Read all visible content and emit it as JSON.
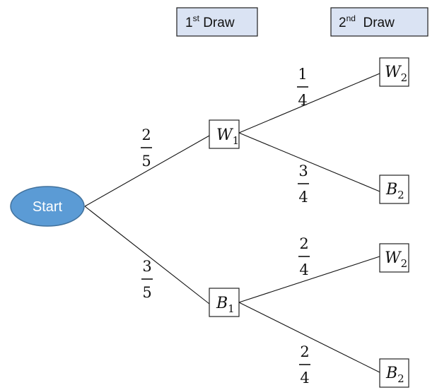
{
  "headers": {
    "first": {
      "base": "1",
      "sup": "st",
      "rest": " Draw"
    },
    "second": {
      "base": "2",
      "sup": "nd",
      "rest": "  Draw"
    }
  },
  "start_label": "Start",
  "colors": {
    "start_fill": "#5b9bd5",
    "header_fill": "#dae3f3"
  },
  "nodes": {
    "w1": {
      "letter": "W",
      "sub": "1"
    },
    "b1": {
      "letter": "B",
      "sub": "1"
    },
    "w2_top": {
      "letter": "W",
      "sub": "2"
    },
    "b2_top": {
      "letter": "B",
      "sub": "2"
    },
    "w2_bottom": {
      "letter": "W",
      "sub": "2"
    },
    "b2_bottom": {
      "letter": "B",
      "sub": "2"
    }
  },
  "probabilities": {
    "start_w1": {
      "num": "2",
      "den": "5"
    },
    "start_b1": {
      "num": "3",
      "den": "5"
    },
    "w1_w2": {
      "num": "1",
      "den": "4"
    },
    "w1_b2": {
      "num": "3",
      "den": "4"
    },
    "b1_w2": {
      "num": "2",
      "den": "4"
    },
    "b1_b2": {
      "num": "2",
      "den": "4"
    }
  }
}
